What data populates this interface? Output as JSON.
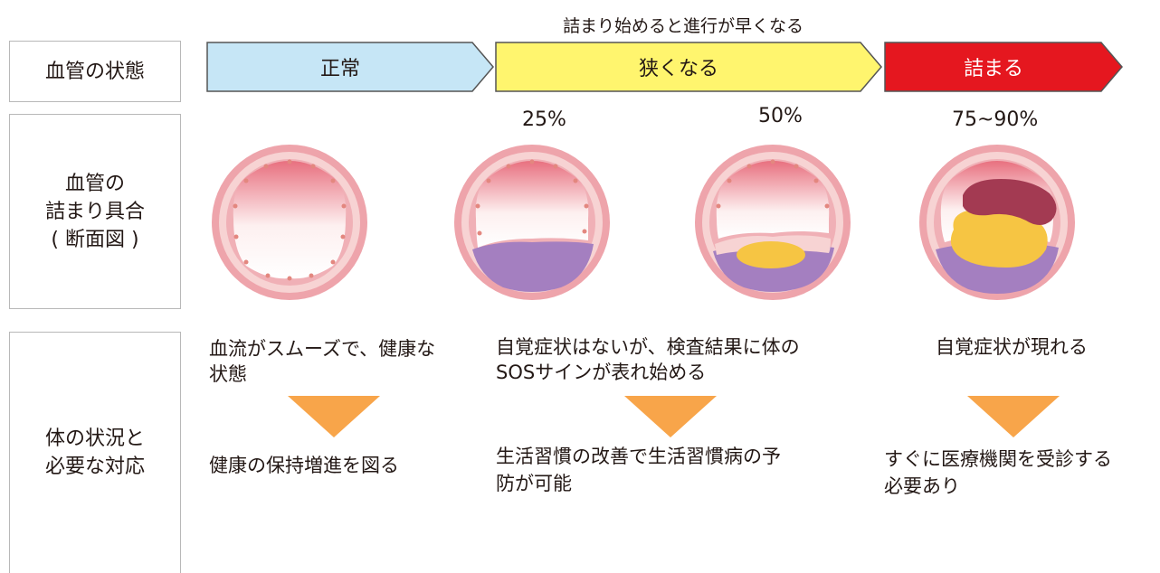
{
  "labels": {
    "state": "血管の状態",
    "clogging": "血管の\n詰まり具合\n( 断面図 )",
    "body": "体の状況と\n必要な対応"
  },
  "caption": "詰まり始めると進行が早くなる",
  "stages": {
    "normal": {
      "label": "正常",
      "color": "#c6e6f6",
      "text_color": "#231815"
    },
    "narrow": {
      "label": "狭くなる",
      "color": "#fff56e",
      "text_color": "#231815"
    },
    "clogged": {
      "label": "詰まる",
      "color": "#e5171f",
      "text_color": "#ffffff"
    }
  },
  "percentages": {
    "p25": "25%",
    "p50": "50%",
    "p75": "75~90%"
  },
  "descriptions": {
    "normal": "血流がスムーズで、健康な\n状態",
    "narrow": "自覚症状はないが、検査結果に体の\nSOSサインが表れ始める",
    "clogged": "自覚症状が現れる"
  },
  "actions": {
    "normal": "健康の保持増進を図る",
    "narrow": "生活習慣の改善で生活習慣病の予\n防が可能",
    "clogged": "すぐに医療機関を受診する\n必要あり"
  },
  "colors": {
    "arrow_outline": "#555555",
    "down_arrow": "#f8a54a",
    "vessel_outer": "#eea4ab",
    "vessel_ring": "#f7d3d3",
    "lumen_top": "#e8707f",
    "plaque_purple": "#a47fc0",
    "plaque_yellow": "#f6c543",
    "clot_dark": "#a33a52"
  }
}
